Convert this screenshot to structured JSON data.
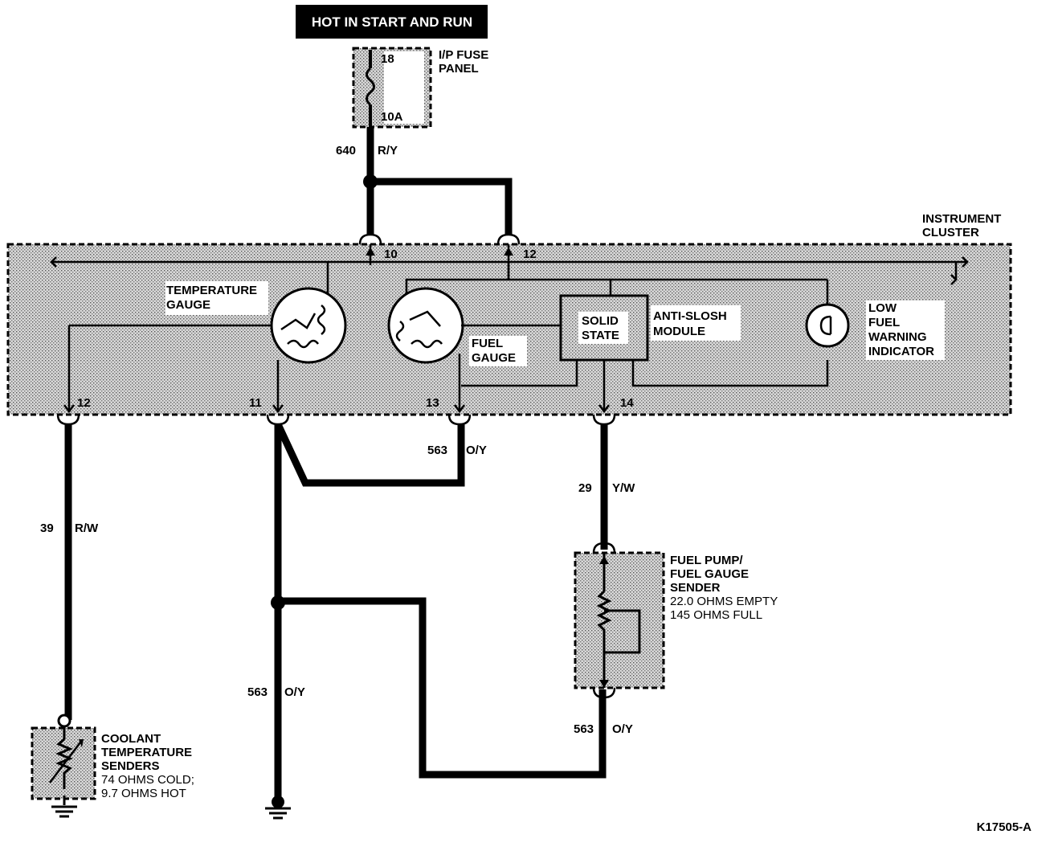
{
  "header": {
    "power_label": "HOT IN START AND RUN"
  },
  "fuse_panel": {
    "title_line1": "I/P FUSE",
    "title_line2": "PANEL",
    "fuse_number": "18",
    "fuse_rating": "10A"
  },
  "wires": {
    "w640": {
      "circuit": "640",
      "color": "R/Y"
    },
    "w39": {
      "circuit": "39",
      "color": "R/W"
    },
    "w563_top": {
      "circuit": "563",
      "color": "O/Y"
    },
    "w29": {
      "circuit": "29",
      "color": "Y/W"
    },
    "w563_left": {
      "circuit": "563",
      "color": "O/Y"
    },
    "w563_right": {
      "circuit": "563",
      "color": "O/Y"
    }
  },
  "cluster": {
    "title_line1": "INSTRUMENT",
    "title_line2": "CLUSTER",
    "pins": {
      "p10": "10",
      "p12_top": "12",
      "p12_bottom": "12",
      "p11": "11",
      "p13": "13",
      "p14": "14"
    },
    "temp_gauge": {
      "line1": "TEMPERATURE",
      "line2": "GAUGE"
    },
    "fuel_gauge": {
      "line1": "FUEL",
      "line2": "GAUGE"
    },
    "solid_state": {
      "line1": "SOLID",
      "line2": "STATE"
    },
    "anti_slosh": {
      "line1": "ANTI-SLOSH",
      "line2": "MODULE"
    },
    "low_fuel": {
      "line1": "LOW",
      "line2": "FUEL",
      "line3": "WARNING",
      "line4": "INDICATOR"
    }
  },
  "fuel_sender": {
    "line1": "FUEL PUMP/",
    "line2": "FUEL GAUGE",
    "line3": "SENDER",
    "line4": "22.0 OHMS EMPTY",
    "line5": "145 OHMS FULL"
  },
  "coolant_sender": {
    "line1": "COOLANT",
    "line2": "TEMPERATURE",
    "line3": "SENDERS",
    "line4": "74 OHMS COLD;",
    "line5": "9.7 OHMS HOT"
  },
  "figure_id": "K17505-A"
}
